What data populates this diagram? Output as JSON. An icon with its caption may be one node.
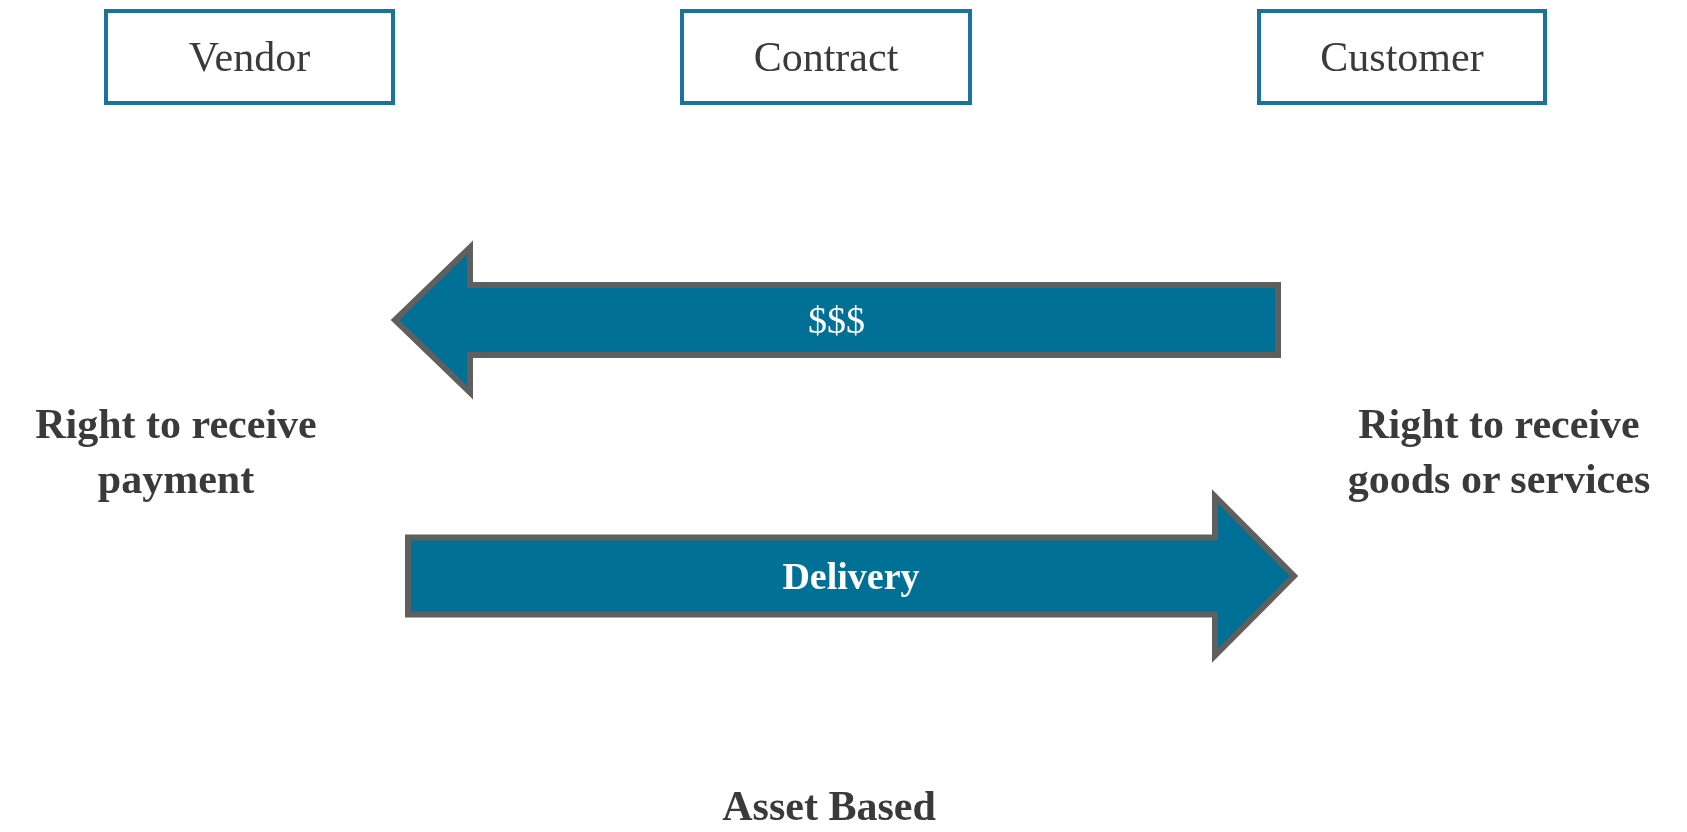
{
  "diagram": {
    "nodes": [
      {
        "text": [
          "Vendor"
        ]
      },
      {
        "text": [
          "Contract"
        ]
      },
      {
        "text": [
          "Customer"
        ]
      },
      {
        "text": [
          "Right to receive payment"
        ]
      },
      {
        "text": [
          "Right to receive goods or services"
        ]
      }
    ],
    "edges": [
      {
        "from": 4,
        "to": 3,
        "arrow": "to",
        "label": "$$$"
      },
      {
        "from": 3,
        "to": 4,
        "arrow": "to",
        "label": "Delivery"
      }
    ],
    "labels": [
      "Asset Based"
    ]
  }
}
